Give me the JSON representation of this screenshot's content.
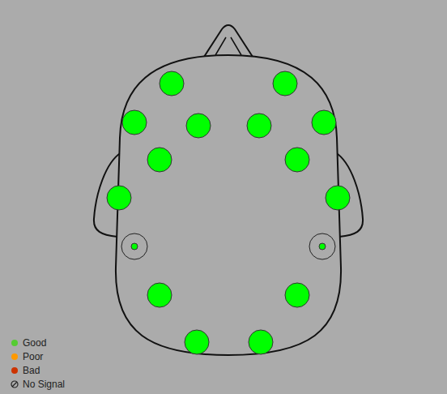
{
  "diagram": {
    "legend": [
      {
        "text": "Good",
        "color": "#55cc33"
      },
      {
        "text": "Poor",
        "color": "#ff9900"
      },
      {
        "text": "Bad",
        "color": "#cc3300"
      },
      {
        "text": "No Signal"
      }
    ]
  }
}
